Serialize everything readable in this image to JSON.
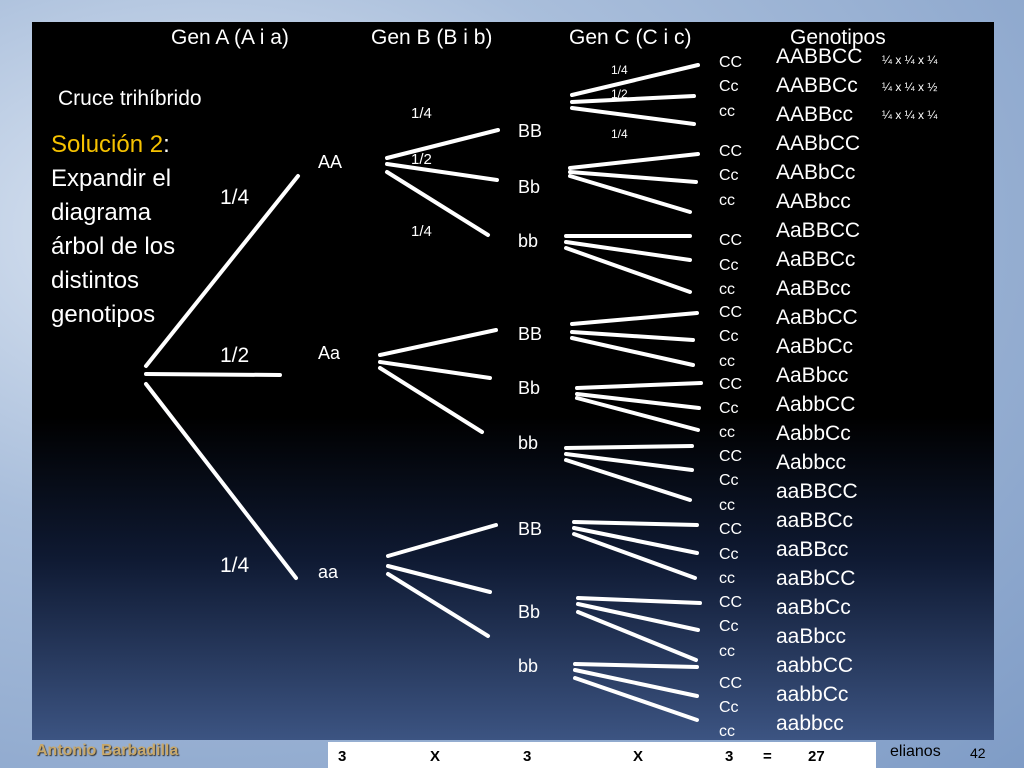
{
  "headers": {
    "gen_a": "Gen A (A i a)",
    "gen_b": "Gen B (B i b)",
    "gen_c": "Gen C (C i c)",
    "genotipos": "Genotipos"
  },
  "cruce": "Cruce trihíbrido",
  "solucion": {
    "line1_highlight": "Solución 2",
    "line1_rest": ":",
    "line2": "Expandir el",
    "line3": "diagrama",
    "line4": "árbol de los",
    "line5": "distintos",
    "line6": "genotipos"
  },
  "level1": {
    "prob_top": "1/4",
    "prob_mid": "1/2",
    "prob_bot": "1/4",
    "nodes": [
      "AA",
      "Aa",
      "aa"
    ]
  },
  "level2": {
    "probs": [
      "1/4",
      "1/2",
      "1/4"
    ],
    "nodes": [
      "BB",
      "Bb",
      "bb",
      "BB",
      "Bb",
      "bb",
      "BB",
      "Bb",
      "bb"
    ]
  },
  "level3": {
    "probs": [
      "1/4",
      "1/2",
      "1/4"
    ],
    "labels": [
      "CC",
      "Cc",
      "cc",
      "CC",
      "Cc",
      "cc",
      "CC",
      "Cc",
      "cc",
      "CC",
      "Cc",
      "cc",
      "CC",
      "Cc",
      "cc",
      "CC",
      "Cc",
      "cc",
      "CC",
      "Cc",
      "cc",
      "CC",
      "Cc",
      "cc",
      "CC",
      "Cc",
      "cc"
    ]
  },
  "genotipos": [
    "AABBCC",
    "AABBCc",
    "AABBcc",
    "AABbCC",
    "AABbCc",
    "AABbcc",
    "AaBBCC",
    "AaBBCc",
    "AaBBcc",
    "AaBbCC",
    "AaBbCc",
    "AaBbcc",
    "AabbCC",
    "AabbCc",
    "Aabbcc",
    "aaBBCC",
    "aaBBCc",
    "aaBBcc",
    "aaBbCC",
    "aaBbCc",
    "aaBbcc",
    "aabbCC",
    "aabbCc",
    "aabbcc"
  ],
  "fracciones": [
    "¼ x ¼ x  ¼",
    "¼ x ¼ x  ½",
    "¼ x ¼ x  ¼"
  ],
  "footer": {
    "author": "Antonio Barbadilla",
    "calc": [
      "3",
      "X",
      "3",
      "X",
      "3",
      "=",
      "27"
    ],
    "right_text": "elianos",
    "page": "42"
  },
  "colors": {
    "panel": "#000000",
    "highlight": "#f6c200",
    "text": "#ffffff"
  }
}
